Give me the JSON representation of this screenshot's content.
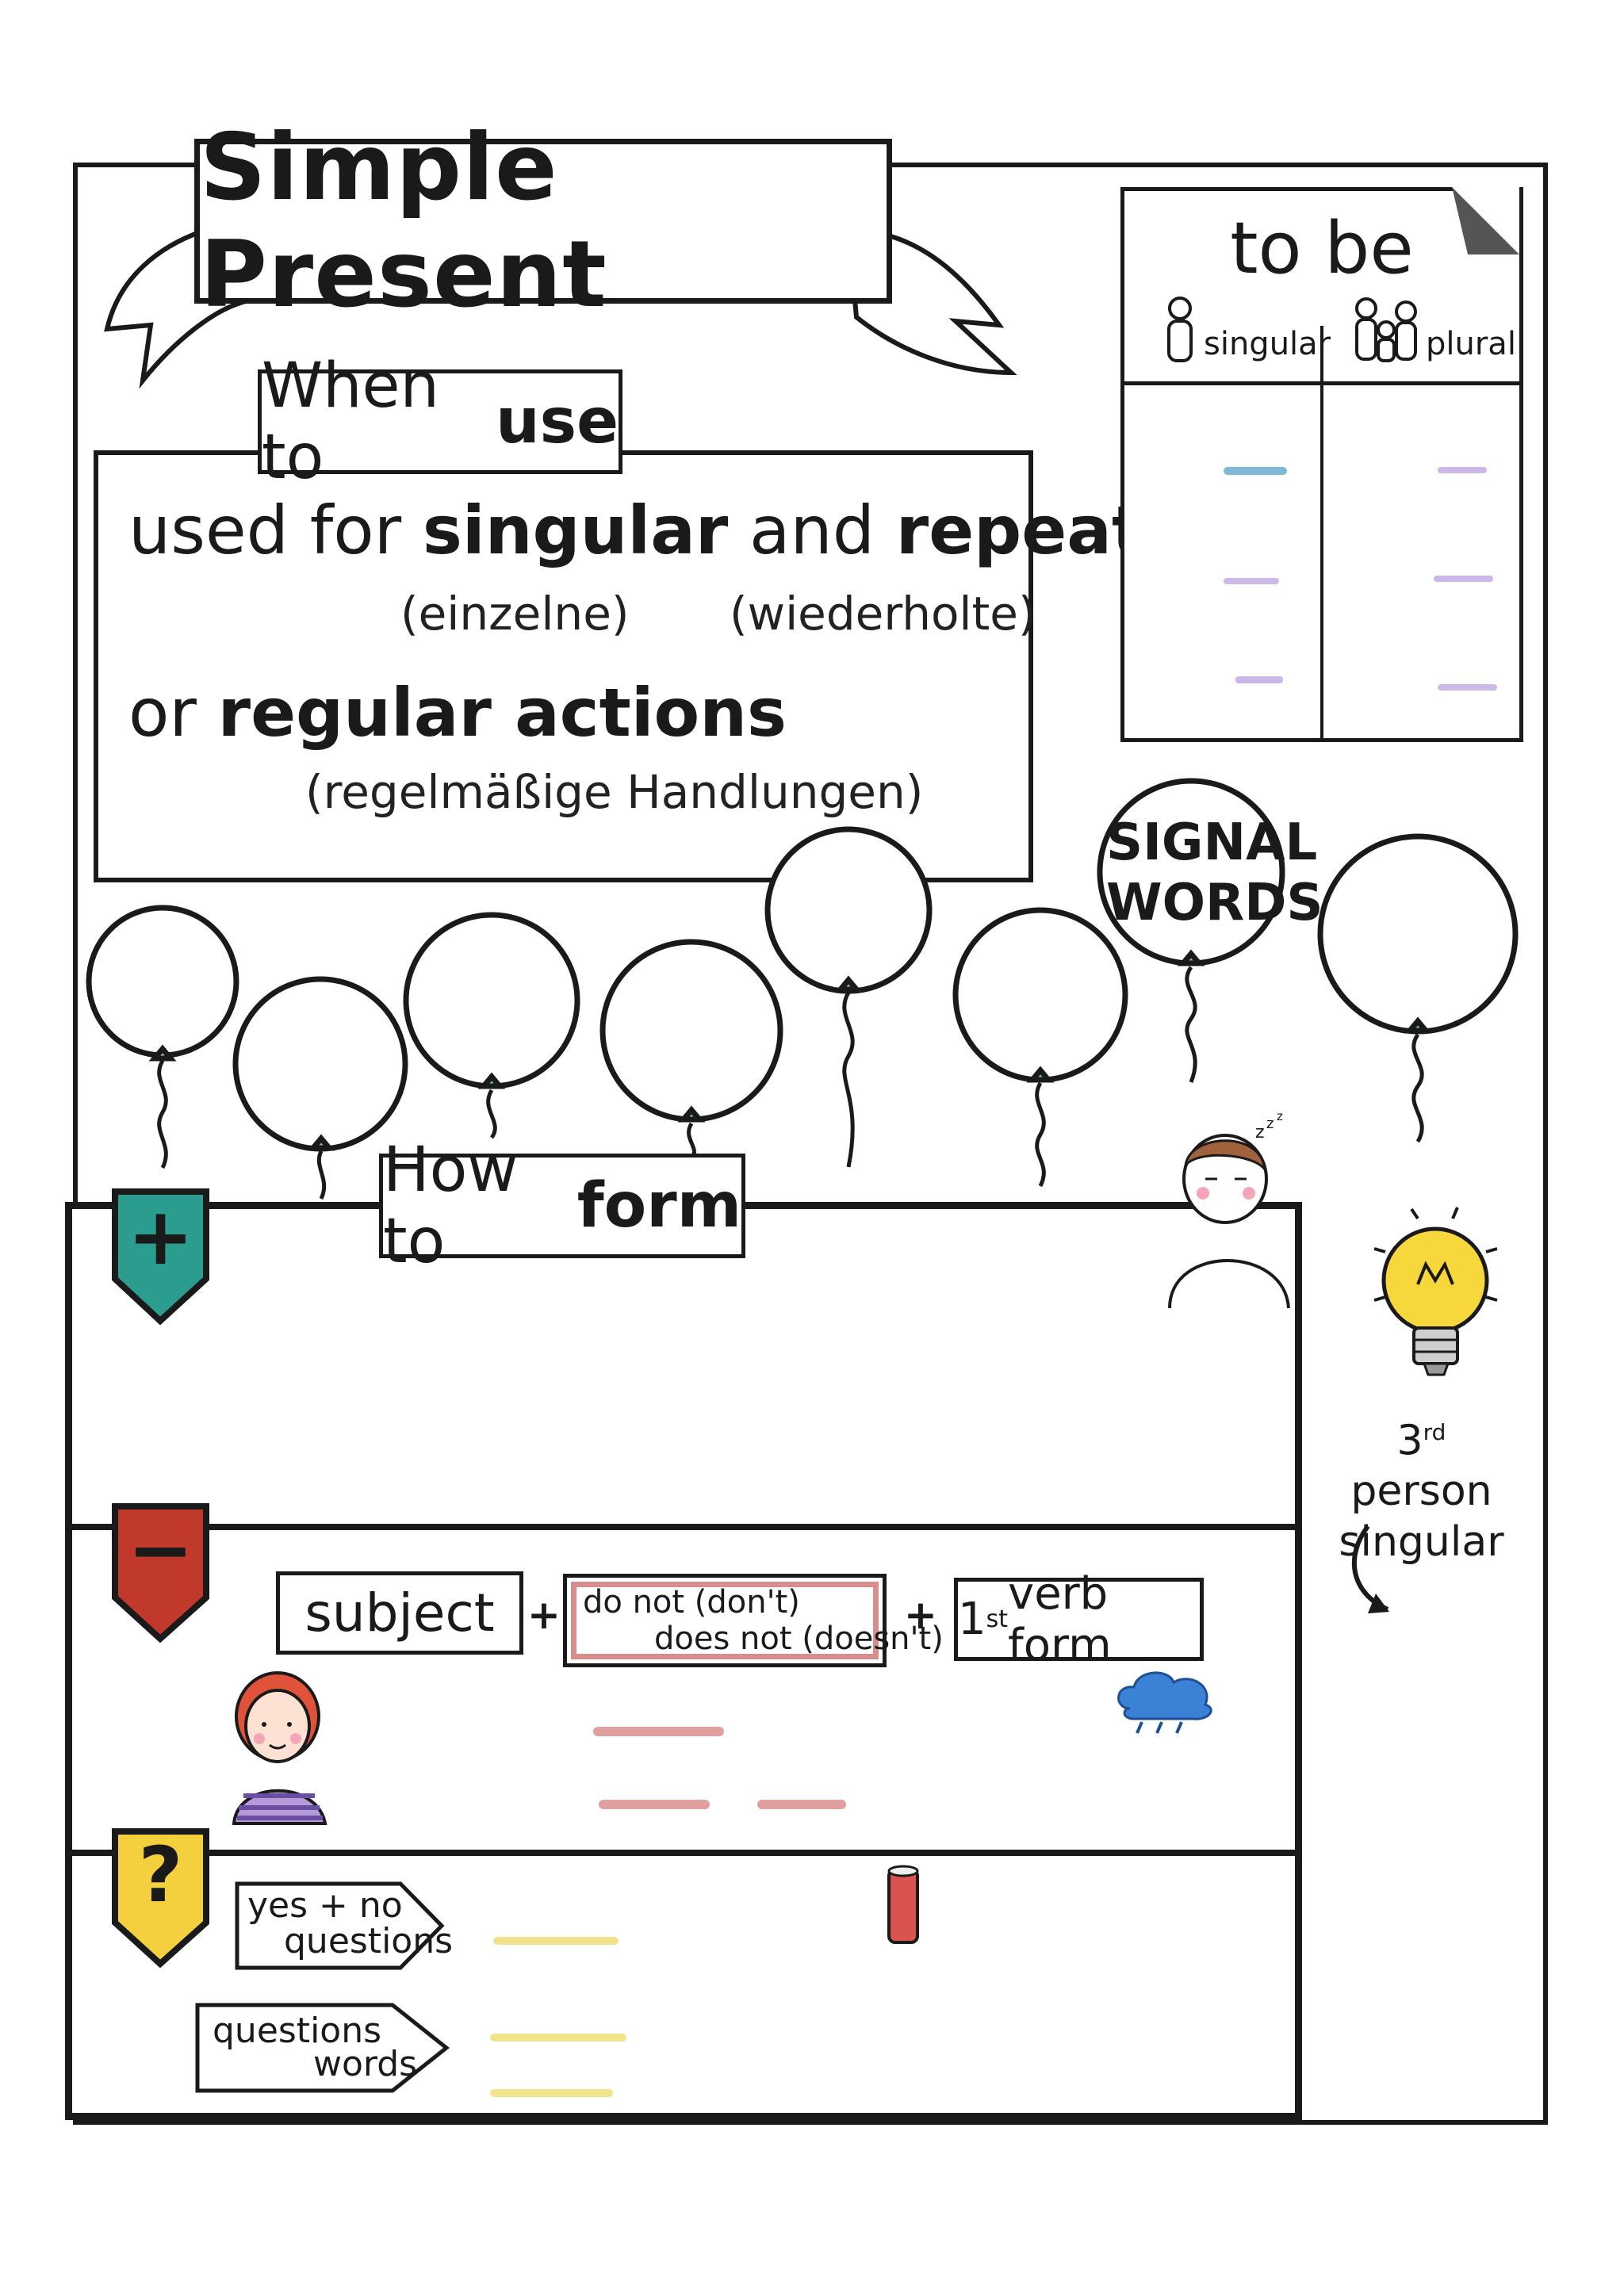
{
  "title": "Simple Present",
  "when_to_use": {
    "heading_plain": "When to ",
    "heading_bold": "use",
    "line1": {
      "a": "used for ",
      "b": "singular",
      "c": " and ",
      "d": "repeated"
    },
    "line1_translations": {
      "singular": "(einzelne)",
      "repeated": "(wiederholte)"
    },
    "line2": {
      "a": "or ",
      "b": "regular actions"
    },
    "line2_translation": "(regelmäßige Handlungen)"
  },
  "to_be": {
    "title": "to be",
    "singular_label": "singular",
    "plural_label": "plural"
  },
  "signal_words": {
    "line1": "SIGNAL",
    "line2": "WORDS"
  },
  "how_to_form": {
    "heading_plain": "How to ",
    "heading_bold": "form",
    "positive_icon": "+",
    "negative_icon": "−",
    "question_icon": "?",
    "negative_row": {
      "subject": "subject",
      "plus1": "+",
      "aux_line1": "do not (don't)",
      "aux_line2": "does not (doesn't)",
      "plus2": "+",
      "verb_sup": "st",
      "verb_num": "1",
      "verb_rest": " verb form"
    },
    "yes_no": {
      "line1": "yes + no",
      "line2": "questions"
    },
    "question_words": {
      "line1": "questions",
      "line2": "words"
    }
  },
  "tip": {
    "ord_num": "3",
    "ord_sup": "rd",
    "line1_rest": " person",
    "line2": "singular"
  },
  "colors": {
    "positive": "#2a9d8f",
    "negative": "#c0392b",
    "question": "#f4d03f",
    "blue_line": "#7fb8d8",
    "lilac_line": "#c9b8e8",
    "pink_line": "#e0a0a0",
    "yellow_line": "#f2e48a",
    "aux_border": "#d98e8e"
  }
}
